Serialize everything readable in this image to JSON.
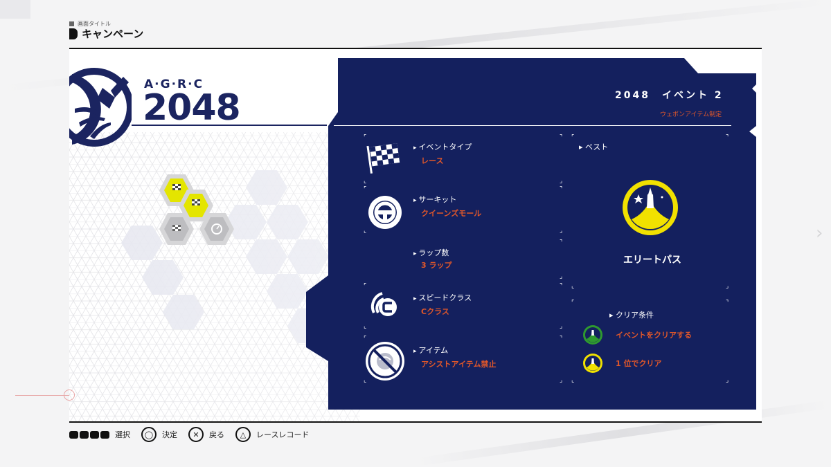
{
  "header": {
    "small_label": "画面タイトル",
    "title": "キャンペーン"
  },
  "logo": {
    "brand": "A·G·R·C",
    "year": "2048"
  },
  "event": {
    "heading": "2048　イベント 2",
    "subtitle": "ウェポンアイテム制定"
  },
  "info": [
    {
      "label": "イベントタイプ",
      "value": "レース",
      "icon": "checkered-flag-icon"
    },
    {
      "label": "サーキット",
      "value": "クイーンズモール",
      "icon": "steering-wheel-icon"
    },
    {
      "label": "ラップ数",
      "value": "3 ラップ",
      "icon": ""
    },
    {
      "label": "スピードクラス",
      "value": "Cクラス",
      "icon": "speed-class-c-icon"
    },
    {
      "label": "アイテム",
      "value": "アシストアイテム禁止",
      "icon": "no-items-icon"
    }
  ],
  "best": {
    "label": "ベスト",
    "badge_name": "エリートパス",
    "badge_icon": "elite-pass-badge-icon",
    "badge_color": "#f1e100"
  },
  "clear_conditions": {
    "label": "クリア条件",
    "items": [
      {
        "text": "イベントをクリアする",
        "icon": "green-medal-icon",
        "color": "#2f9a2f"
      },
      {
        "text": "1 位でクリア",
        "icon": "yellow-medal-icon",
        "color": "#f1e100"
      }
    ]
  },
  "footer": {
    "select": "選択",
    "confirm": "決定",
    "back": "戻る",
    "record": "レースレコード"
  },
  "colors": {
    "navy": "#14205e",
    "accent": "#e0572a",
    "hex_yellow": "#e4e500"
  }
}
